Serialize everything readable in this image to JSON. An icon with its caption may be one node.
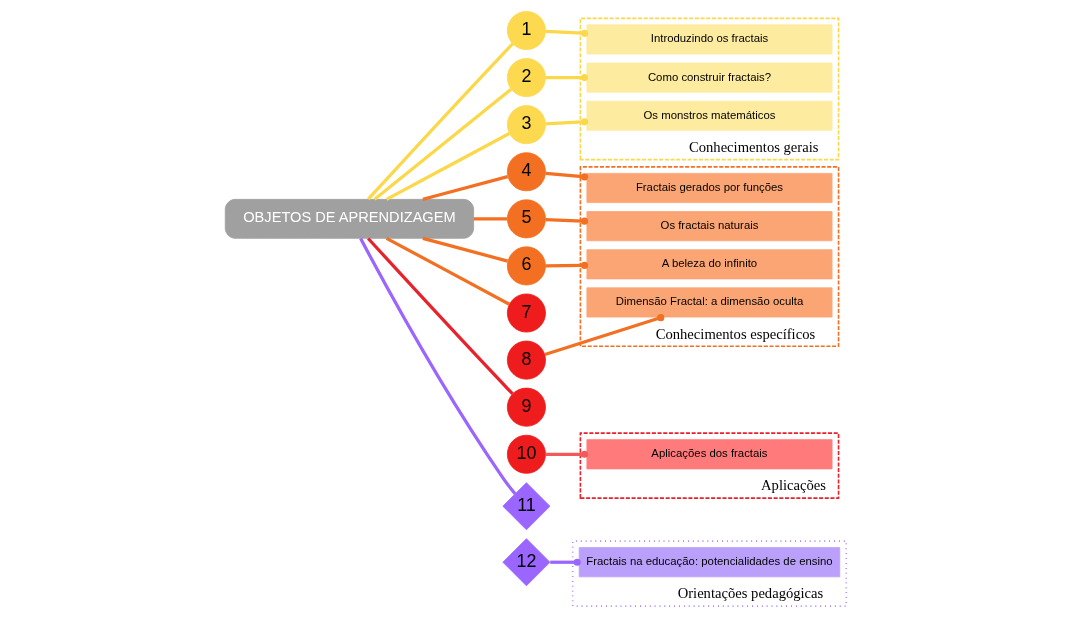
{
  "diagram": {
    "nodes": [
      {
        "text": [
          "OBJETOS DE APRENDIZAGEM"
        ]
      },
      {
        "text": [
          "1"
        ]
      },
      {
        "text": [
          "2"
        ]
      },
      {
        "text": [
          "3"
        ]
      },
      {
        "text": [
          "4"
        ]
      },
      {
        "text": [
          "5"
        ]
      },
      {
        "text": [
          "6"
        ]
      },
      {
        "text": [
          "7"
        ]
      },
      {
        "text": [
          "8"
        ]
      },
      {
        "text": [
          "9"
        ]
      },
      {
        "text": [
          "10"
        ]
      },
      {
        "text": [
          "11"
        ]
      },
      {
        "text": [
          "12"
        ]
      },
      {
        "text": [
          "Conhecimentos gerais"
        ]
      },
      {
        "text": [
          "Introduzindo os fractais"
        ],
        "in": 13
      },
      {
        "text": [
          "Como construir fractais?"
        ],
        "in": 13
      },
      {
        "text": [
          "Os monstros matemáticos"
        ],
        "in": 13
      },
      {
        "text": [
          "Conhecimentos específicos"
        ]
      },
      {
        "text": [
          "Fractais gerados por funções"
        ],
        "in": 17
      },
      {
        "text": [
          "Os fractais naturais"
        ],
        "in": 17
      },
      {
        "text": [
          "A beleza do infinito"
        ],
        "in": 17
      },
      {
        "text": [
          "Dimensão Fractal: a dimensão oculta"
        ],
        "in": 17
      },
      {
        "text": [
          "Aplicações"
        ]
      },
      {
        "text": [
          "Aplicações dos fractais"
        ],
        "in": 22
      },
      {
        "text": [
          "Orientações pedagógicas"
        ]
      },
      {
        "text": [
          "Fractais na educação: potencialidades de ensino"
        ],
        "in": 24
      }
    ],
    "edges": [
      {
        "from": 0,
        "to": 1,
        "arrow": "none",
        "color": "#fbd84a"
      },
      {
        "from": 0,
        "to": 2,
        "arrow": "none",
        "color": "#fbd84a"
      },
      {
        "from": 0,
        "to": 3,
        "arrow": "none",
        "color": "#fbd84a"
      },
      {
        "from": 0,
        "to": 4,
        "arrow": "none",
        "color": "#f36f21"
      },
      {
        "from": 0,
        "to": 5,
        "arrow": "none",
        "color": "#f36f21"
      },
      {
        "from": 0,
        "to": 6,
        "arrow": "none",
        "color": "#f36f21"
      },
      {
        "from": 0,
        "to": 7,
        "arrow": "none",
        "color": "#f36f21"
      },
      {
        "from": 0,
        "to": 9,
        "arrow": "none",
        "color": "#e8212b"
      },
      {
        "from": 0,
        "to": 11,
        "arrow": "none",
        "color": "#9a66ff"
      },
      {
        "from": 1,
        "to": 14,
        "arrow": "other",
        "color": "#fbd84a"
      },
      {
        "from": 2,
        "to": 15,
        "arrow": "other",
        "color": "#fbd84a"
      },
      {
        "from": 3,
        "to": 16,
        "arrow": "other",
        "color": "#fbd84a"
      },
      {
        "from": 4,
        "to": 18,
        "arrow": "other",
        "color": "#f36f21"
      },
      {
        "from": 5,
        "to": 19,
        "arrow": "other",
        "color": "#f36f21"
      },
      {
        "from": 6,
        "to": 20,
        "arrow": "other",
        "color": "#f36f21"
      },
      {
        "from": 8,
        "to": 21,
        "arrow": "other",
        "color": "#f36f21"
      },
      {
        "from": 10,
        "to": 23,
        "arrow": "other",
        "color": "#f25a5a"
      },
      {
        "from": 12,
        "to": 25,
        "arrow": "other",
        "color": "#9a66ff"
      }
    ]
  }
}
